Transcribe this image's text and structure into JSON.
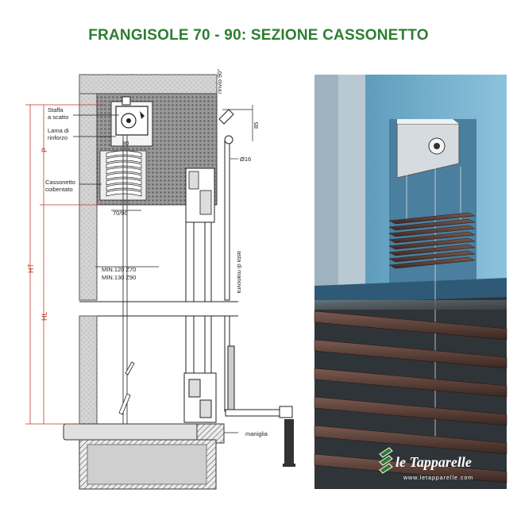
{
  "title": "FRANGISOLE 70 - 90: SEZIONE CASSONETTO",
  "labels": {
    "staffa": [
      "Staffa",
      "a scatto"
    ],
    "lama": [
      "Lama di",
      "rinforzo"
    ],
    "cassonetto": [
      "Cassonetto",
      "coibentato"
    ],
    "rinvio": "rinvio 90°",
    "dim_85": "85",
    "dim_16": "Ø16",
    "dim_70_90": "70/90",
    "dim_80": "80",
    "asta": "asta di manovra",
    "min_z70": "MIN.120 Z70",
    "min_z90": "MIN.130 Z90",
    "P": "P",
    "HT": "HT",
    "HL": "HL",
    "maniglia": "maniglia"
  },
  "logo": {
    "brand": "le Tapparelle",
    "url": "www.letapparelle.com"
  },
  "colors": {
    "title_green": "#2e7d32",
    "dim_red": "#c0392b",
    "wall_grey": "#c8c8c8",
    "louver_brown": "#5a3d35",
    "facade_blue": "#6ea8c6"
  }
}
